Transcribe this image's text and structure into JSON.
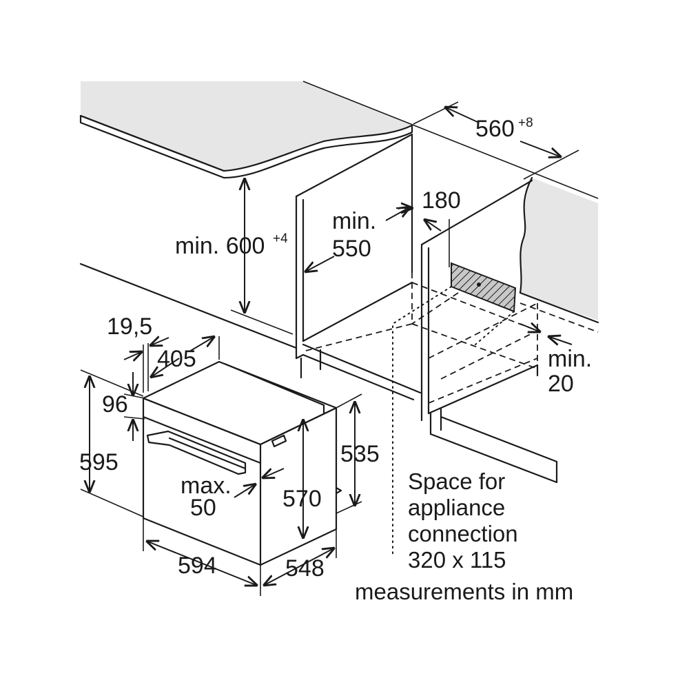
{
  "dimensions": {
    "cabinet_width": "560",
    "cabinet_width_tolerance": "+8",
    "min_height_prefix": "min. ",
    "min_height_value": "600",
    "min_height_tolerance": "+4",
    "min_depth_line1": "min.",
    "min_depth_line2": "550",
    "rear_gap": "180",
    "bottom_gap_line1": "min.",
    "bottom_gap_line2": "20",
    "front_offset": "19,5",
    "panel_depth": "405",
    "control_panel_height": "96",
    "oven_height": "595",
    "body_height": "535",
    "inner_height": "570",
    "handle_line1": "max.",
    "handle_line2": "50",
    "oven_width": "594",
    "oven_depth": "548"
  },
  "notes": {
    "connection_line1": "Space for",
    "connection_line2": "appliance",
    "connection_line3": "connection",
    "connection_line4": "320 x 115",
    "units": "measurements in mm"
  },
  "colors": {
    "countertop": "#e6e6e6",
    "hatch_fill": "#c8c8c8",
    "line": "#1a1a1a"
  }
}
